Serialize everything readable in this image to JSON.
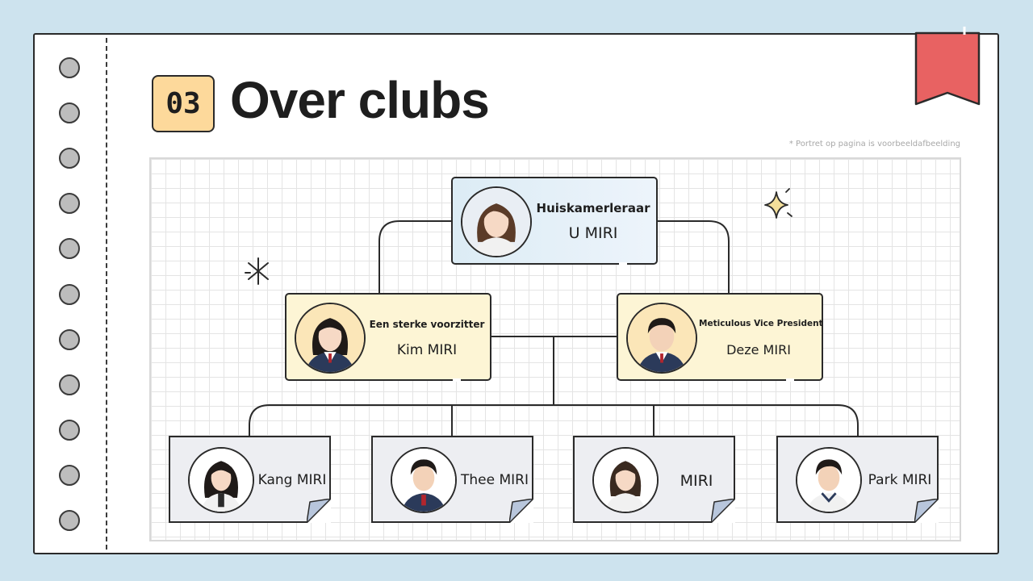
{
  "header": {
    "number": "03",
    "title": "Over clubs",
    "note": "* Portret op pagina is voorbeeldafbeelding"
  },
  "chart": {
    "top": {
      "role": "Huiskamerleraar",
      "name": "U MIRI"
    },
    "middle": [
      {
        "role": "Een sterke voorzitter",
        "name": "Kim MIRI"
      },
      {
        "role": "Meticulous Vice President",
        "name": "Deze MIRI"
      }
    ],
    "members": [
      {
        "name": "Kang MIRI"
      },
      {
        "name": "Thee MIRI"
      },
      {
        "name": "MIRI"
      },
      {
        "name": "Park MIRI"
      }
    ]
  },
  "colors": {
    "background": "#cde3ee",
    "badge": "#fdd99b",
    "bookmark": "#e86262",
    "top_node": "#dcecf5",
    "middle_node": "#fdf5d5",
    "member_node": "#edeef2",
    "fold": "#b8c6dc"
  }
}
